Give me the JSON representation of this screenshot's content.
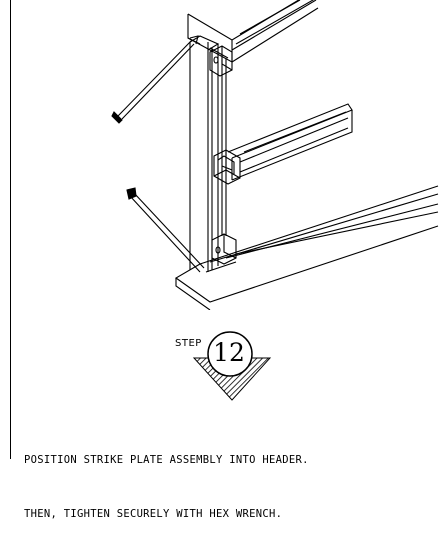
{
  "step": {
    "label": "STEP",
    "number": "12"
  },
  "instructions": {
    "line1": "POSITION STRIKE PLATE ASSEMBLY INTO HEADER.",
    "line2": "THEN, TIGHTEN SECURELY WITH HEX WRENCH."
  }
}
